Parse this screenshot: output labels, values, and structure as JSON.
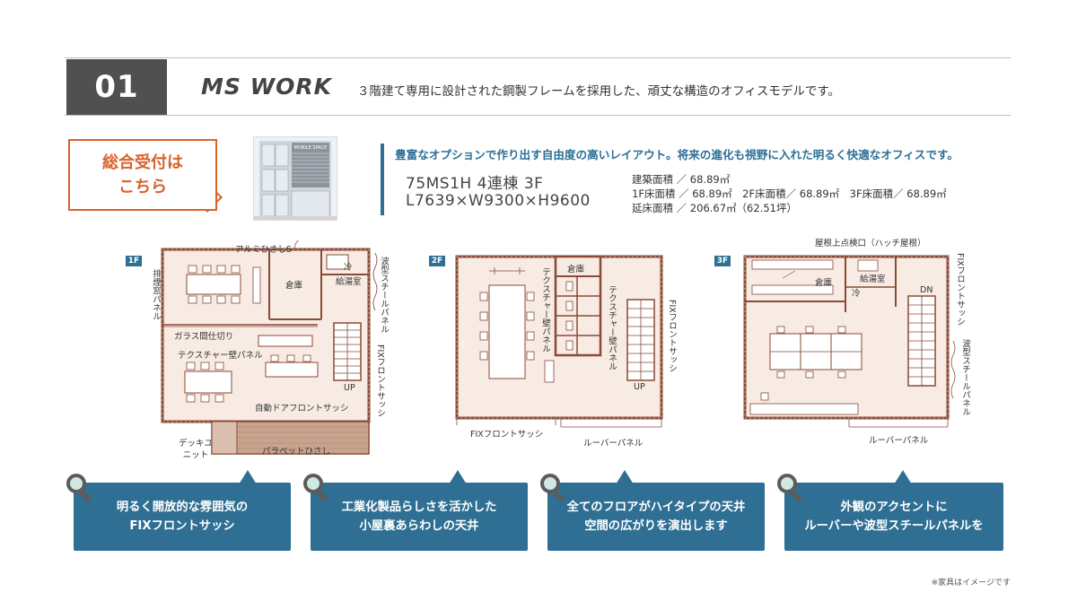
{
  "header": {
    "number": "01",
    "model": "MS WORK",
    "tagline": "３階建て専用に設計された鋼製フレームを採用した、頑丈な構造のオフィスモデルです。"
  },
  "reception": {
    "line1": "総合受付は",
    "line2": "こちら"
  },
  "photo_sign": [
    "MOBILE SPACE"
  ],
  "info": {
    "headline": "豊富なオプションで作り出す自由度の高いレイアウト。将来の進化も視野に入れた明るく快適なオフィスです。",
    "model_code": "75MS1H 4連棟 3F",
    "dimensions": "L7639×W9300×H9600",
    "building_area": "建築面積 ／ 68.89㎡",
    "floor_areas": "1F床面積 ／ 68.89㎡　2F床面積／ 68.89㎡　3F床面積／ 68.89㎡",
    "total_area": "延床面積 ／ 206.67㎡（62.51坪）"
  },
  "plans": {
    "f1": {
      "badge": "1F",
      "labels": {
        "aluminum_eave": "アルミひさしS",
        "wave_panel": "波型スチールパネル",
        "exhaust": "排煙窓パネル",
        "storage": "倉庫",
        "cold": "冷",
        "kitchen": "給湯室",
        "glass_partition": "ガラス間仕切り",
        "texture_wall": "テクスチャー壁パネル",
        "fix_front": "FIXフロントサッシ",
        "up": "UP",
        "auto_door": "自動ドアフロントサッシ",
        "deck_unit": "デッキユニット",
        "parapet": "パラペットひさし"
      }
    },
    "f2": {
      "badge": "2F",
      "labels": {
        "storage": "倉庫",
        "texture_wall_left": "テクスチャー壁パネル",
        "texture_wall_right": "テクスチャー壁パネル",
        "fix_front_side": "FIXフロントサッシ",
        "up": "UP",
        "fix_front_bottom": "FIXフロントサッシ",
        "louver": "ルーバーパネル"
      }
    },
    "f3": {
      "badge": "3F",
      "labels": {
        "roof_hatch": "屋根上点検口（ハッチ屋根）",
        "fix_front": "FIXフロントサッシ",
        "storage": "倉庫",
        "kitchen": "給湯室",
        "cold": "冷",
        "dn": "DN",
        "wave_panel": "波型スチールパネル",
        "louver": "ルーバーパネル"
      }
    }
  },
  "features": [
    {
      "line1": "明るく開放的な雰囲気の",
      "line2": "FIXフロントサッシ"
    },
    {
      "line1": "工業化製品らしさを活かした",
      "line2": "小屋裏あらわしの天井"
    },
    {
      "line1": "全てのフロアがハイタイプの天井",
      "line2": "空間の広がりを演出します"
    },
    {
      "line1": "外観のアクセントに",
      "line2": "ルーバーや波型スチールパネルを"
    }
  ],
  "note": "※家具はイメージです",
  "colors": {
    "accent_blue": "#2f6f93",
    "orange": "#d9622b",
    "wall_brown": "#8a4a36",
    "floor_beige": "#f7ebe3"
  }
}
